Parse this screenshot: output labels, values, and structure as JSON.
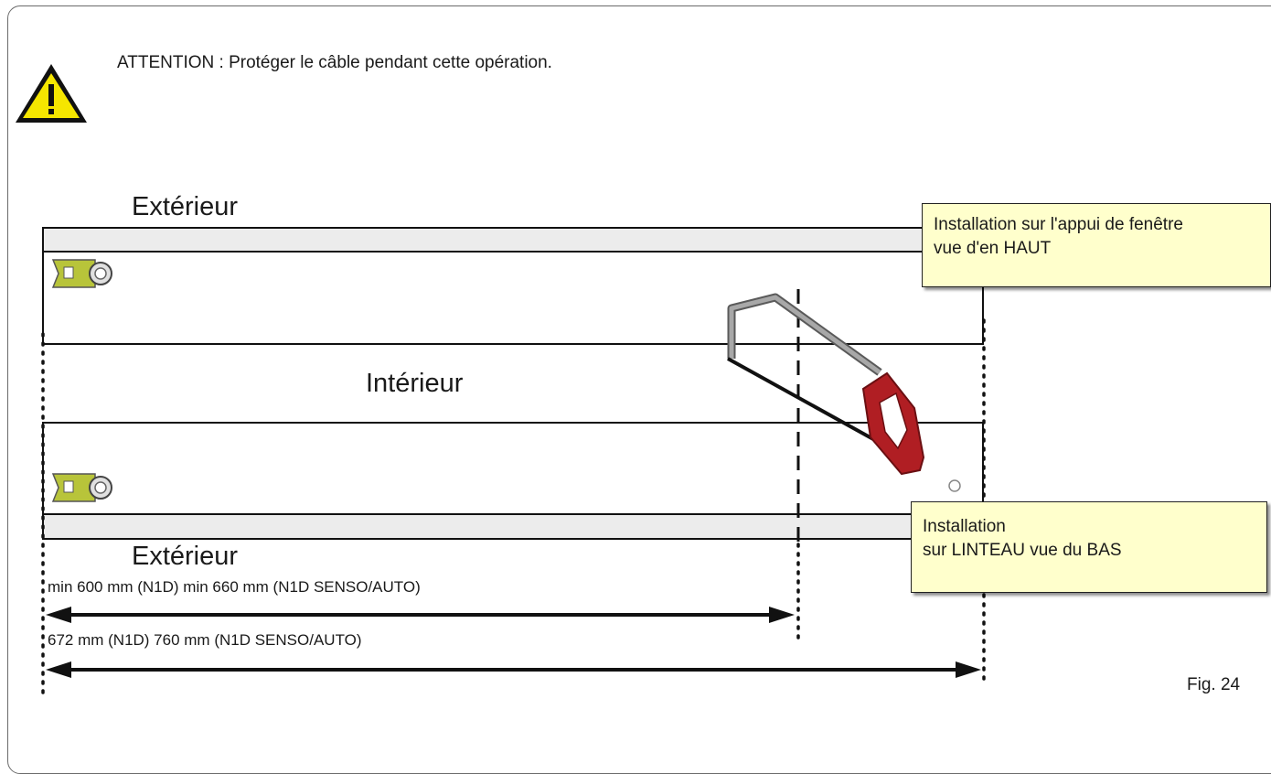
{
  "warning": {
    "icon": "warning-triangle-icon",
    "text": "ATTENTION : Protéger le câble pendant cette opération.",
    "icon_color": "#f5e600"
  },
  "labels": {
    "exterior_top": "Extérieur",
    "interior": "Intérieur",
    "exterior_bottom": "Extérieur"
  },
  "callouts": {
    "top": [
      "Installation sur l'appui de fenêtre",
      "vue d'en HAUT"
    ],
    "bottom": [
      "Installation",
      "sur LINTEAU vue du BAS"
    ],
    "fill_color": "#ffffcc"
  },
  "dimensions": {
    "min": "min 600 mm (N1D) min 660 mm (N1D SENSO/AUTO)",
    "full": "672 mm (N1D) 760 mm (N1D SENSO/AUTO)"
  },
  "figure_label": "Fig. 24",
  "saw_handle_color": "#b01e23"
}
